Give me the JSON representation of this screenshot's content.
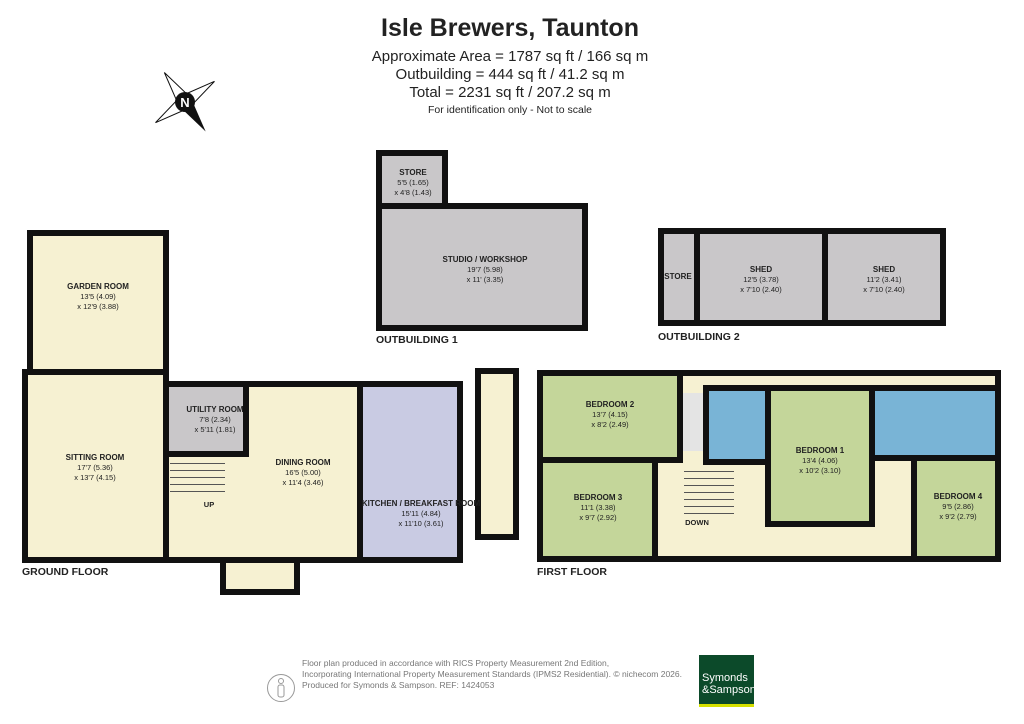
{
  "header": {
    "title": "Isle Brewers, Taunton",
    "approx_area": "Approximate Area = 1787 sq ft / 166 sq m",
    "outbuilding": "Outbuilding = 444 sq ft / 41.2  sq m",
    "total": "Total = 2231 sq ft / 207.2 sq m",
    "note": "For identification only - Not to scale"
  },
  "compass": {
    "label": "N"
  },
  "colors": {
    "wall": "#111111",
    "living": "#f6f1d2",
    "outbuilding": "#c9c7c9",
    "kitchen": "#c9cbe3",
    "bedroom": "#c4d69a",
    "bathroom": "#79b4d6",
    "brand": "#0c4a2a"
  },
  "ground_floor": {
    "label": "GROUND FLOOR",
    "rooms": [
      {
        "name": "GARDEN ROOM",
        "dim1": "13'5 (4.09)",
        "dim2": "x 12'9 (3.88)"
      },
      {
        "name": "SITTING ROOM",
        "dim1": "17'7 (5.36)",
        "dim2": "x 13'7 (4.15)"
      },
      {
        "name": "UTILITY ROOM",
        "dim1": "7'8 (2.34)",
        "dim2": "x 5'11 (1.81)"
      },
      {
        "name": "DINING ROOM",
        "dim1": "16'5 (5.00)",
        "dim2": "x 11'4 (3.46)"
      },
      {
        "name": "KITCHEN / BREAKFAST ROOM",
        "dim1": "15'11 (4.84)",
        "dim2": "x 11'10 (3.61)"
      }
    ],
    "stairs": "UP"
  },
  "outbuilding_1": {
    "label": "OUTBUILDING 1",
    "rooms": [
      {
        "name": "STORE",
        "dim1": "5'5 (1.65)",
        "dim2": "x 4'8 (1.43)"
      },
      {
        "name": "STUDIO / WORKSHOP",
        "dim1": "19'7 (5.98)",
        "dim2": "x 11' (3.35)"
      }
    ]
  },
  "outbuilding_2": {
    "label": "OUTBUILDING 2",
    "rooms": [
      {
        "name": "STORE"
      },
      {
        "name": "SHED",
        "dim1": "12'5 (3.78)",
        "dim2": "x 7'10 (2.40)"
      },
      {
        "name": "SHED",
        "dim1": "11'2 (3.41)",
        "dim2": "x 7'10 (2.40)"
      }
    ]
  },
  "first_floor": {
    "label": "FIRST FLOOR",
    "rooms": [
      {
        "name": "BEDROOM 2",
        "dim1": "13'7 (4.15)",
        "dim2": "x 8'2 (2.49)"
      },
      {
        "name": "BEDROOM 3",
        "dim1": "11'1 (3.38)",
        "dim2": "x 9'7 (2.92)"
      },
      {
        "name": "BEDROOM 1",
        "dim1": "13'4 (4.06)",
        "dim2": "x 10'2 (3.10)"
      },
      {
        "name": "BEDROOM 4",
        "dim1": "9'5 (2.86)",
        "dim2": "x 9'2 (2.79)"
      }
    ],
    "stairs": "DOWN"
  },
  "footer": {
    "line1": "Floor plan produced in accordance with RICS Property Measurement 2nd Edition,",
    "line2": "Incorporating International Property Measurement Standards (IPMS2 Residential).   © nichecom 2026.",
    "line3": "Produced for Symonds & Sampson.   REF:  1424053",
    "logo_line1": "Symonds",
    "logo_line2": "&Sampson"
  }
}
